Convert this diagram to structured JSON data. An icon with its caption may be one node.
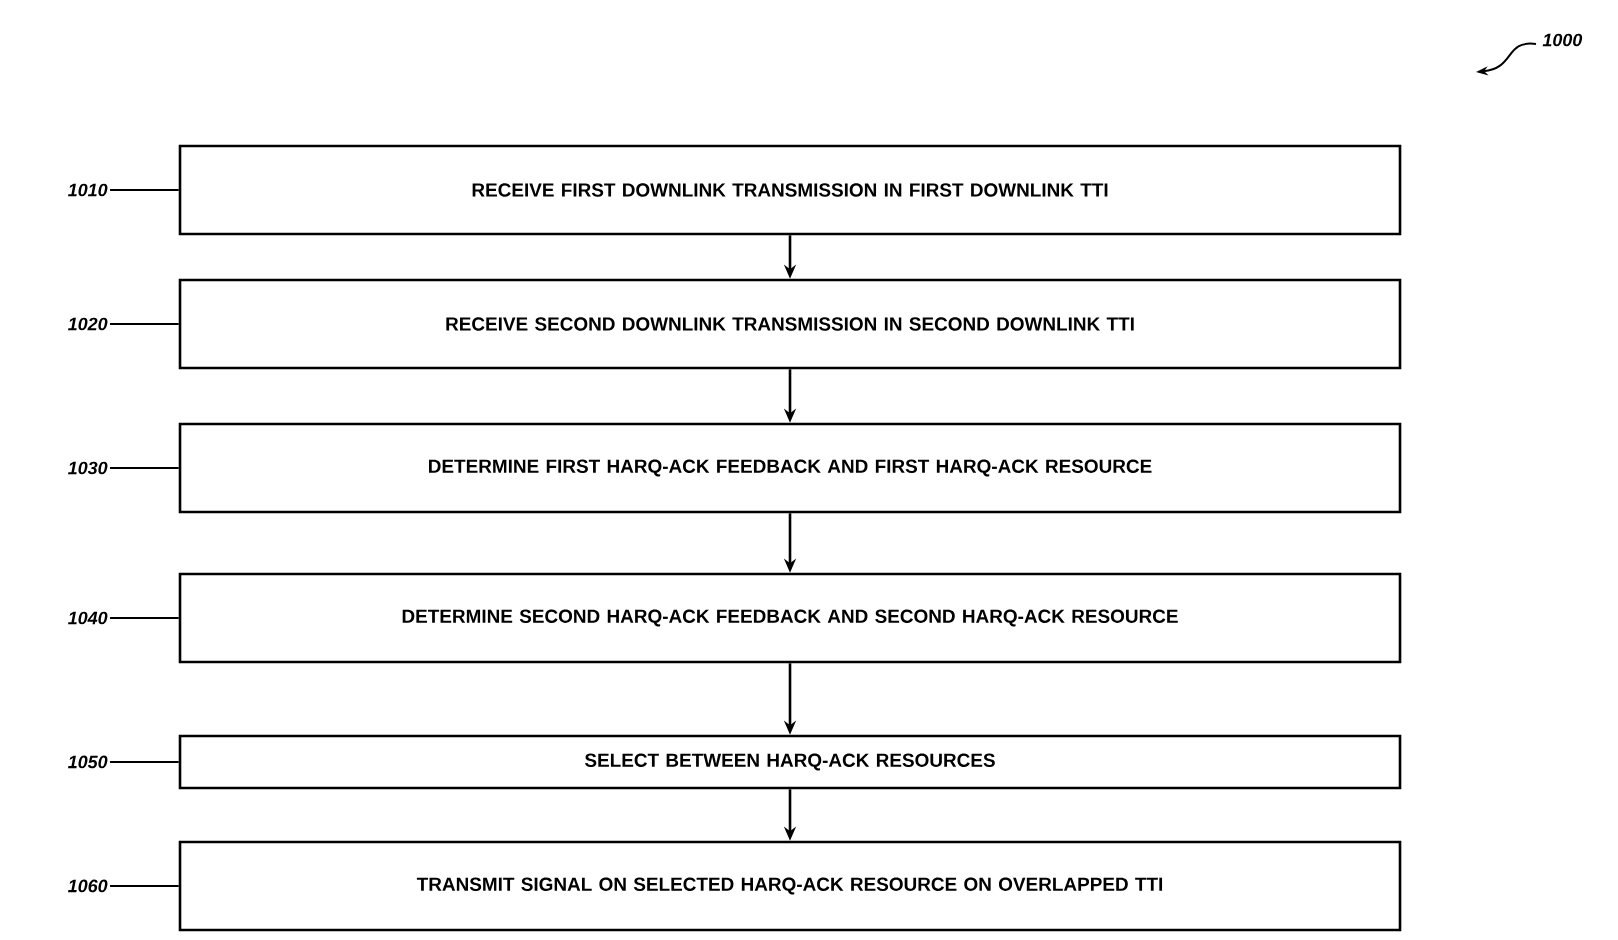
{
  "diagram": {
    "nodes": [
      {
        "text": [
          "RECEIVE FIRST DOWNLINK TRANSMISSION IN FIRST DOWNLINK TTI"
        ]
      },
      {
        "text": [
          "RECEIVE SECOND DOWNLINK TRANSMISSION IN SECOND DOWNLINK TTI"
        ]
      },
      {
        "text": [
          "DETERMINE FIRST HARQ-ACK FEEDBACK AND FIRST HARQ-ACK RESOURCE"
        ]
      },
      {
        "text": [
          "DETERMINE SECOND HARQ-ACK FEEDBACK AND SECOND HARQ-ACK RESOURCE"
        ]
      },
      {
        "text": [
          "SELECT BETWEEN HARQ-ACK RESOURCES"
        ]
      },
      {
        "text": [
          "TRANSMIT SIGNAL ON SELECTED HARQ-ACK RESOURCE ON OVERLAPPED TTI"
        ]
      },
      {
        "text": [
          "1010"
        ]
      },
      {
        "text": [
          "1020"
        ]
      },
      {
        "text": [
          "1030"
        ]
      },
      {
        "text": [
          "1040"
        ]
      },
      {
        "text": [
          "1050"
        ]
      },
      {
        "text": [
          "1060"
        ]
      }
    ],
    "edges": [
      {
        "from": 0,
        "to": 1,
        "arrow": "to"
      },
      {
        "from": 1,
        "to": 2,
        "arrow": "to"
      },
      {
        "from": 2,
        "to": 3,
        "arrow": "to"
      },
      {
        "from": 3,
        "to": 4,
        "arrow": "to"
      },
      {
        "from": 4,
        "to": 5,
        "arrow": "to"
      },
      {
        "from": 6,
        "to": 0,
        "arrow": "none"
      },
      {
        "from": 7,
        "to": 1,
        "arrow": "none"
      },
      {
        "from": 8,
        "to": 2,
        "arrow": "none"
      },
      {
        "from": 9,
        "to": 3,
        "arrow": "none"
      },
      {
        "from": 10,
        "to": 4,
        "arrow": "none"
      },
      {
        "from": 11,
        "to": 5,
        "arrow": "none"
      }
    ],
    "labels": [
      "1000"
    ]
  }
}
